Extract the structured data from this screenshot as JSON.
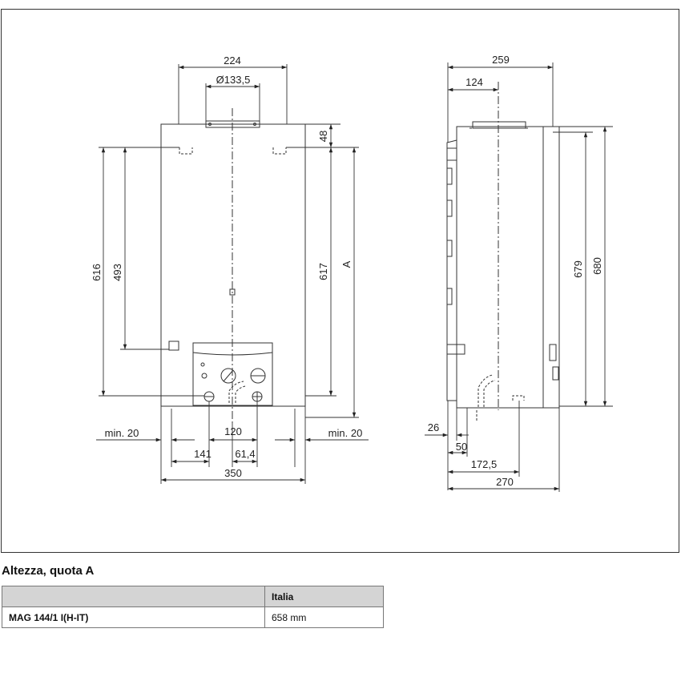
{
  "front_view": {
    "width_top": "224",
    "flue_diameter": "Ø133,5",
    "top_offset": "48",
    "height_616": "616",
    "height_493": "493",
    "height_617": "617",
    "height_a": "A",
    "clearance_left": "min. 20",
    "clearance_right": "min. 20",
    "spacing_120": "120",
    "offset_141": "141",
    "offset_61_4": "61,4",
    "total_width": "350"
  },
  "side_view": {
    "depth_259": "259",
    "depth_124": "124",
    "height_679": "679",
    "height_680": "680",
    "offset_26": "26",
    "offset_50": "50",
    "offset_172_5": "172,5",
    "depth_270": "270"
  },
  "section": {
    "title": "Altezza, quota A"
  },
  "table": {
    "header": [
      "",
      "Italia"
    ],
    "rows": [
      {
        "model": "MAG 144/1 I(H-IT)",
        "value": "658 mm"
      }
    ]
  }
}
